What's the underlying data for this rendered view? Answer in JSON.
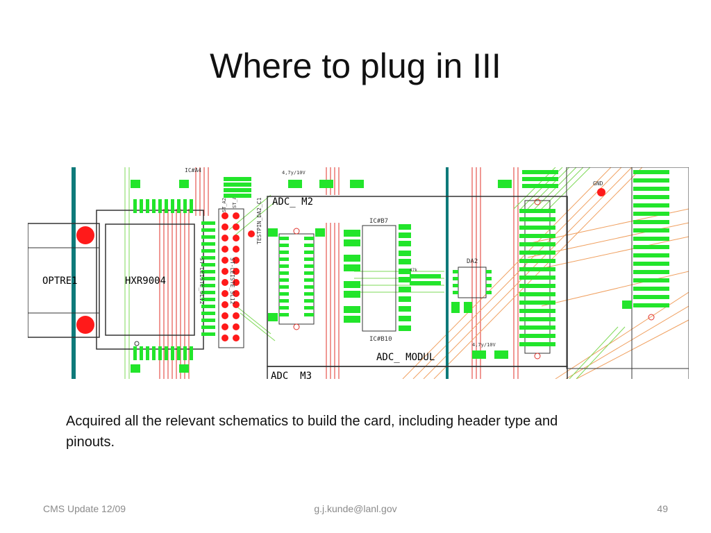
{
  "slide": {
    "title": "Where to plug in III",
    "body": "Acquired all the relevant schematics to build the card, including header type and pinouts.",
    "footer": {
      "left": "CMS Update 12/09",
      "center": "g.j.kunde@lanl.gov",
      "right": "49"
    }
  },
  "schematic": {
    "labels": {
      "optre": "OPTRE1",
      "hxr": "HXR9004",
      "adc_m2": "ADC_ M2",
      "adc_m3": "ADC_ M3",
      "adc_modul": "ADC_ MODUL",
      "ic_b7": "IC#B7",
      "ic_b10": "IC#B10",
      "da2": "DA2",
      "gnd": "GND",
      "cap_top": "4,7y/10V",
      "cap_bottom": "4,7y/10V",
      "res_47k": "47k",
      "testpin": "TESTPIN_DA2_C1",
      "st_a2": "ST_A2",
      "st_a1": "ST_A1",
      "st_leiste_sl12": "ST-LEISTE_SL12",
      "st_leiste_sl12b": "ST-LEISTE_SL12",
      "ic_top": "IC#A4"
    },
    "colors": {
      "pad_green": "#22e52b",
      "trace_red": "#e0302a",
      "trace_orange": "#f0a060",
      "trace_green": "#7ed957",
      "rail_teal": "#0e7a7a",
      "outline": "#333333",
      "marker_red": "#ff1a1a"
    }
  }
}
